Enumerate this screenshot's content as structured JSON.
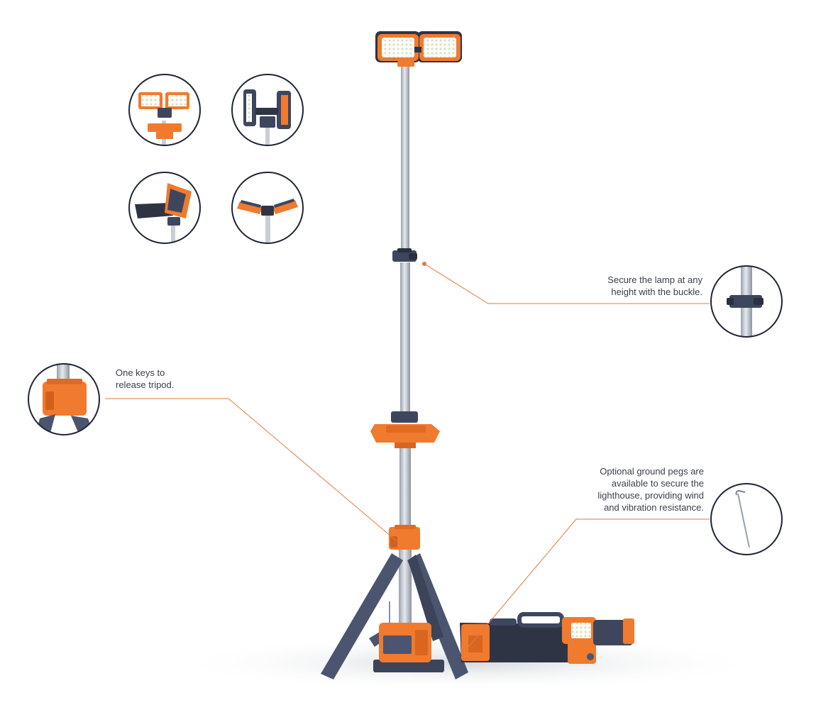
{
  "callouts": {
    "buckle": "Secure the lamp at any\nheight with the buckle.",
    "tripod": "One keys to\nrelease tripod.",
    "pegs": "Optional ground pegs are\navailable to secure the\nlighthouse, providing wind\nand vibration resistance."
  },
  "colors": {
    "accent": "#f07a2e",
    "frame": "#4b5570",
    "circle_stroke": "#1f2535",
    "pole": "#c9ced6",
    "text": "#3a3f4b"
  }
}
